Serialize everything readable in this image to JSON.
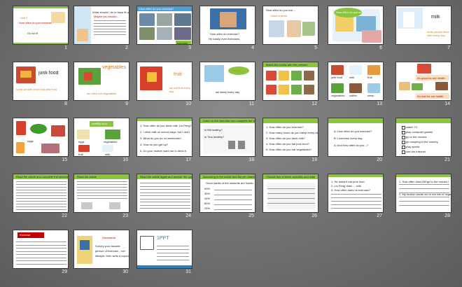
{
  "slides": [
    {
      "n": "1",
      "title": "Unit 2",
      "subtitle": "How often do you exercise?",
      "footer": "Go for it!"
    },
    {
      "n": "2",
      "title": "What should I do to keep fit at home?",
      "line2": "Maybe you should..."
    },
    {
      "n": "3",
      "title": "How often do you exercise?",
      "caption": "exercise"
    },
    {
      "n": "4",
      "question": "How often do exercise?",
      "answer": "He hardly ever exercises."
    },
    {
      "n": "5",
      "title": "How often do you eat ...",
      "item": "Twice a week"
    },
    {
      "n": "6",
      "bubble": "How often do you exercise?"
    },
    {
      "n": "7",
      "word": "milk",
      "caption": "most people drink milk every day"
    },
    {
      "n": "8",
      "word": "junk food",
      "caption": "some people never eat junk food"
    },
    {
      "n": "9",
      "word": "vegetables",
      "caption": "we often eat vegetables"
    },
    {
      "n": "10",
      "word": "fruit",
      "caption": "we eat fruit every day"
    },
    {
      "n": "11",
      "word": "sleep",
      "caption": "we sleep every day"
    },
    {
      "n": "12",
      "title": "Match the words with the pictures"
    },
    {
      "n": "13",
      "labels": [
        "junk food",
        "milk",
        "fruit",
        "vegetables",
        "coffee",
        "sleep"
      ]
    },
    {
      "n": "14",
      "top": "It's good for our health",
      "bottom": "It's bad for our health"
    },
    {
      "n": "15",
      "word": "eggs"
    },
    {
      "n": "16",
      "label": "healthy food",
      "items": [
        "eggs",
        "vegetables",
        "fruit",
        "milk"
      ]
    },
    {
      "n": "17",
      "lines": [
        "1. How often do you drink milk, Liu Peng?",
        "2. I drink milk on school days, but I don't",
        "3. What do you do on weekends?",
        "4. How do you get up?",
        "5. Do your mother want me to drink it."
      ]
    },
    {
      "n": "18",
      "title": "Listen to the interview and complete the table",
      "rows": [
        "Is Bill healthy?",
        "Is Tina healthy?"
      ]
    },
    {
      "n": "19",
      "lines": [
        "1. How often do you exercise?",
        "2. How many hours do you sleep every night?",
        "3. How often do you drink milk?",
        "4. How often do you eat junk food?",
        "5. How often do you eat vegetables?"
      ]
    },
    {
      "n": "20",
      "lines": [
        "A: How often do you exercise?",
        "B: I exercise every day.",
        "A: And how often do you...?"
      ]
    },
    {
      "n": "21",
      "items": [
        "watch TV",
        "play computer games",
        "go to the movies",
        "go camping in the country",
        "play sports",
        "use the Internet"
      ]
    },
    {
      "n": "22",
      "title": "Read the article and complete the sentences"
    },
    {
      "n": "23",
      "title": "Read the article"
    },
    {
      "n": "24",
      "title": "Read the article again and answer the questions"
    },
    {
      "n": "25",
      "title": "According to the article and the pie charts",
      "header": "Good habits of the students are Number 1",
      "pcts": [
        "90%",
        "30%",
        "45%",
        "80%",
        "25%"
      ]
    },
    {
      "n": "26",
      "title": "Choose two of these activities and write"
    },
    {
      "n": "27",
      "lines": [
        "1. He doesn't eat junk food.",
        "2. Liu Peng does ... milk.",
        "3. How often does he exercise?"
      ]
    },
    {
      "n": "28",
      "lines": [
        "1. How often does Bill go to the movies?",
        "2. My mother wants me to eat lots of vegetables."
      ]
    },
    {
      "n": "29",
      "title": "Exercise"
    },
    {
      "n": "30",
      "title": "Homework",
      "lines": [
        "Survey your favorite",
        "person of exercise... her",
        "lifestyle, then write a report"
      ]
    },
    {
      "n": "31",
      "brand": "1PPT"
    }
  ],
  "colors": {
    "accent": "#8bc53f",
    "orange": "#e07a10",
    "blueBar": "#4aa0d8",
    "red": "#c00000"
  }
}
